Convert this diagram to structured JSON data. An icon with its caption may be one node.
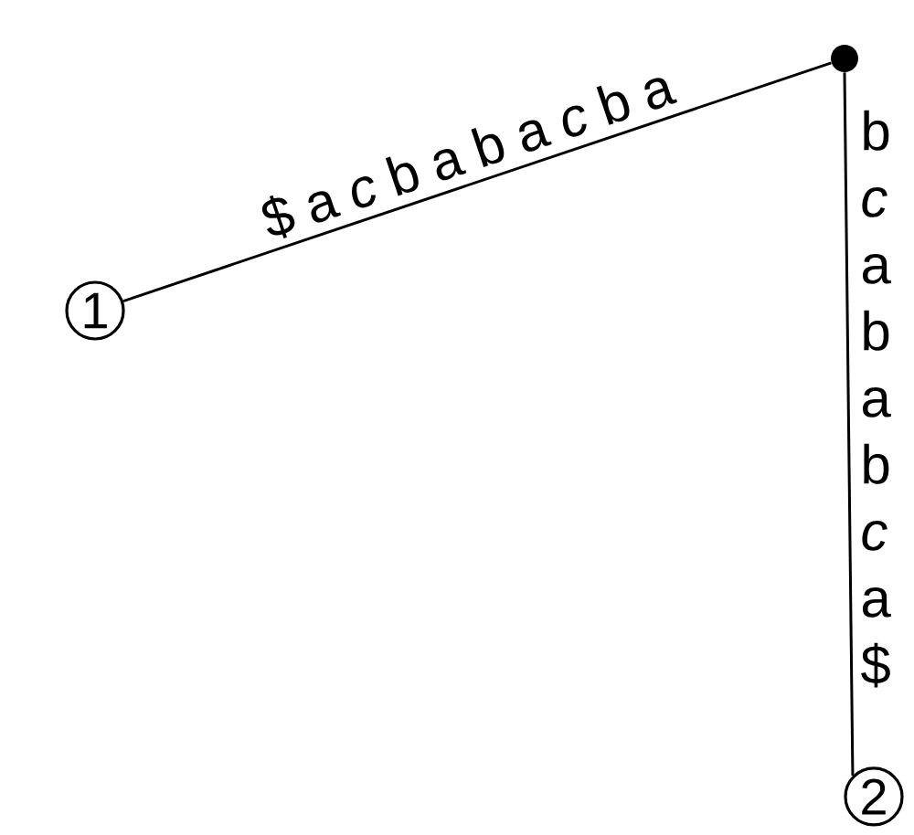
{
  "diagram": {
    "nodes": [
      {
        "text": [
          "1"
        ]
      },
      {
        "text": [],
        "shape": "circle"
      },
      {
        "text": [
          "2"
        ]
      }
    ],
    "edges": [
      {
        "from": 0,
        "to": 1,
        "arrow": "none",
        "label": "$ a *c* b a b a *c* b a"
      },
      {
        "from": 1,
        "to": 2,
        "arrow": "none",
        "label": "b *c* a b a b *c* a $"
      }
    ]
  }
}
